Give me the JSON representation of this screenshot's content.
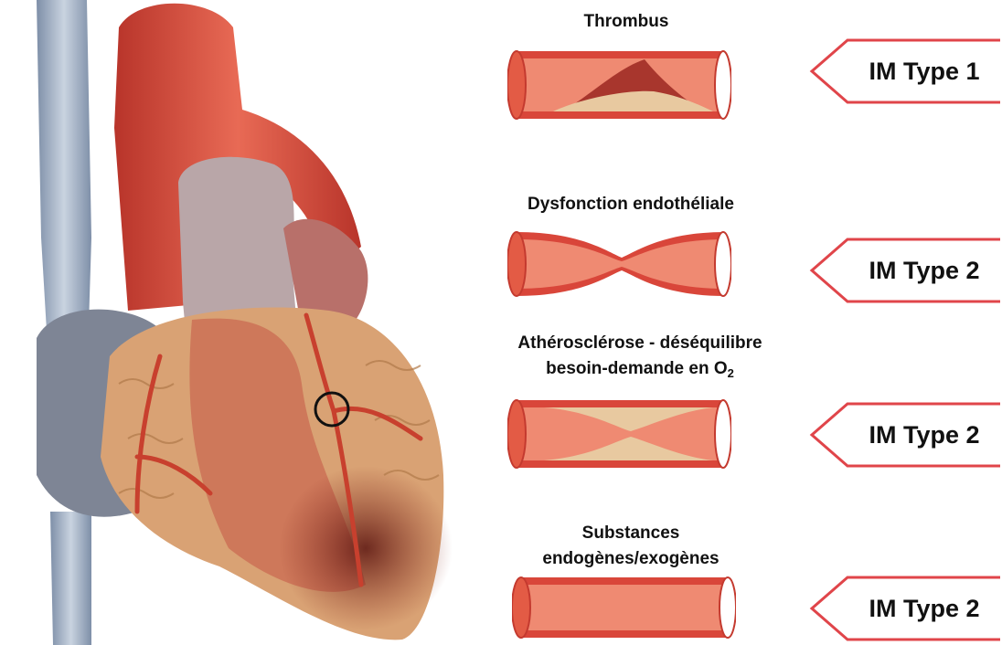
{
  "figure": {
    "heart_illustration": "heart-with-coronary-arteries",
    "rows": [
      {
        "caption": "Thrombus",
        "vessel": "thrombus",
        "label": "IM Type 1"
      },
      {
        "caption": "Dysfonction endothéliale",
        "vessel": "constricted",
        "label": "IM Type 2"
      },
      {
        "caption_line1": "Athérosclérose  - déséquilibre",
        "caption_line2": "besoin-demande en O",
        "caption_subscript": "2",
        "vessel": "atherosclerosis",
        "label": "IM Type 2"
      },
      {
        "caption_line1": "Substances",
        "caption_line2": "endogènes/exogènes",
        "vessel": "normal",
        "label": "IM Type 2"
      }
    ],
    "colors": {
      "vessel_wall": "#d9463a",
      "vessel_lumen": "#ef8a72",
      "plaque": "#e8c9a0",
      "clot": "#a8362d",
      "tag_border": "#e0454a"
    }
  }
}
